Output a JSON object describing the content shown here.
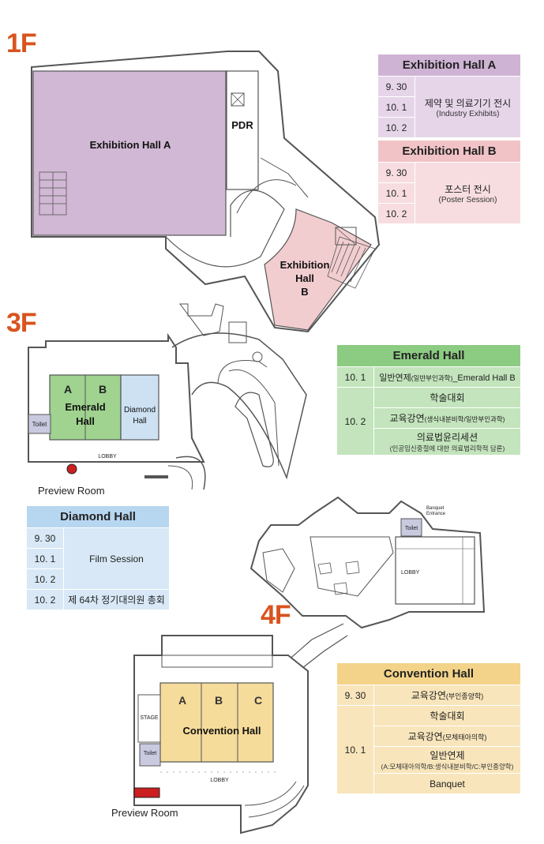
{
  "floors": {
    "f1": {
      "label": "1F",
      "rooms": {
        "hall_a": "Exhibition Hall A",
        "pdr": "PDR",
        "hall_b_lines": [
          "Exhibition",
          "Hall",
          "B"
        ]
      },
      "colors": {
        "hall_a": "#d1b8d4",
        "hall_b": "#f2cdd0"
      }
    },
    "f3": {
      "label": "3F",
      "rooms": {
        "emerald_a": "A",
        "emerald_b": "B",
        "emerald_lines": [
          "Emerald",
          "Hall"
        ],
        "diamond_lines": [
          "Diamond",
          "Hall"
        ],
        "toilet": "Toilet",
        "lobby": "LOBBY"
      },
      "preview_room": "Preview Room",
      "colors": {
        "emerald": "#9fd38f",
        "diamond": "#cde1f3",
        "toilet": "#c9c9e0",
        "preview": "#cc1f1f"
      }
    },
    "f4": {
      "label": "4F",
      "rooms": {
        "conv_a": "A",
        "conv_b": "B",
        "conv_c": "C",
        "convention": "Convention Hall",
        "stage": "STAGE",
        "toilet": "Toilet",
        "lobby": "LOBBY",
        "upper_lobby": "LOBBY",
        "banquet_entrance_lines": [
          "Banquet",
          "Entrance"
        ],
        "upper_toilet": "Toilet"
      },
      "preview_room": "Preview Room",
      "colors": {
        "convention": "#f6dc9a",
        "toilet": "#c9c9e0",
        "preview": "#cc1f1f"
      }
    }
  },
  "tables": {
    "exhibition_a": {
      "title": "Exhibition Hall A",
      "dates": [
        "9. 30",
        "10. 1",
        "10. 2"
      ],
      "program": "제약 및 의료기기 전시",
      "program_sub": "(Industry Exhibits)"
    },
    "exhibition_b": {
      "title": "Exhibition Hall B",
      "dates": [
        "9. 30",
        "10. 1",
        "10. 2"
      ],
      "program": "포스터 전시",
      "program_sub": "(Poster Session)"
    },
    "emerald": {
      "title": "Emerald Hall",
      "row1_date": "10. 1",
      "row1_main": "일반연제",
      "row1_paren": "(일반부인과학)",
      "row1_tail": "_Emerald Hall B",
      "row2_date": "10. 2",
      "row2_items": [
        "학술대회"
      ],
      "row2_lecture": "교육강연",
      "row2_lecture_paren": "(생식내분비학/일반부인과학)",
      "row2_ethics": "의료법윤리세션",
      "row2_ethics_sub": "(인공임신중절에 대한 의료법리학적 담론)"
    },
    "diamond": {
      "title": "Diamond Hall",
      "dates": [
        "9. 30",
        "10. 1",
        "10. 2"
      ],
      "program": "Film Session",
      "last_date": "10. 2",
      "last_program": "제 64차 정기대의원 총회"
    },
    "convention": {
      "title": "Convention Hall",
      "row1_date": "9. 30",
      "row1_main": "교육강연",
      "row1_paren": "(부인종양학)",
      "row2_date": "10. 1",
      "row2_academic": "학술대회",
      "row2_lecture": "교육강연",
      "row2_lecture_paren": "(모체태아의학)",
      "row2_papers": "일반연제",
      "row2_papers_sub": "(A:모체태아의학/B:생식내분비학/C:부인종양학)",
      "row2_banquet": "Banquet"
    }
  }
}
